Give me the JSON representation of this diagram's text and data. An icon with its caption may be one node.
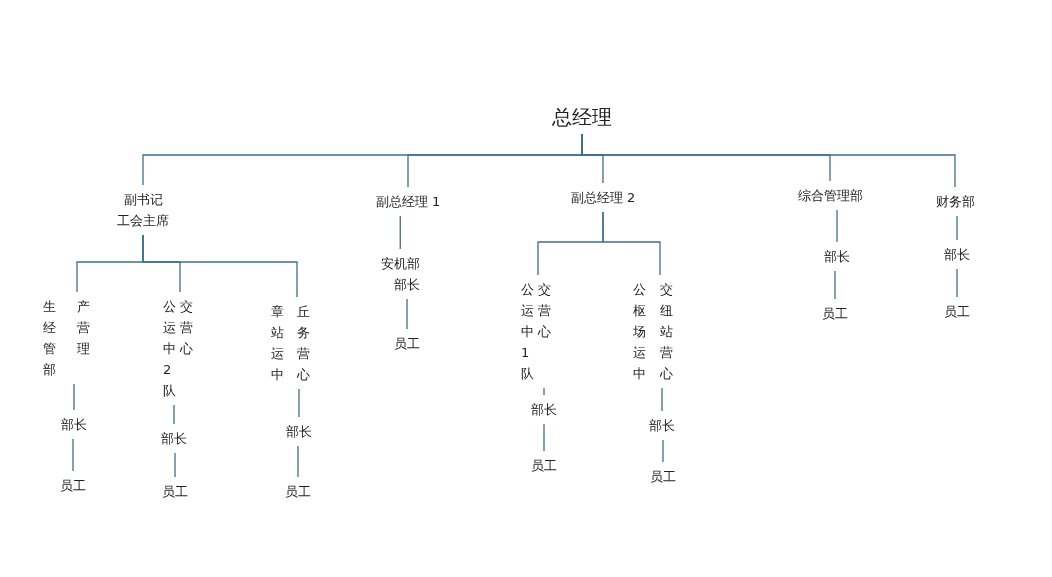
{
  "diagram": {
    "nodes": [
      {
        "text": [
          "总经理"
        ]
      },
      {
        "text": [
          "副书记",
          "工会主席"
        ]
      },
      {
        "text": [
          "副总经理 1"
        ]
      },
      {
        "text": [
          "副总经理 2"
        ]
      },
      {
        "text": [
          "综合管理部"
        ]
      },
      {
        "text": [
          "财务部"
        ]
      },
      {
        "text": [
          "生产经营管理部"
        ]
      },
      {
        "text": [
          "公交运营中心2 队"
        ]
      },
      {
        "text": [
          "章丘站务运营中心"
        ]
      },
      {
        "text": [
          "部长"
        ]
      },
      {
        "text": [
          "员工"
        ]
      },
      {
        "text": [
          "部长"
        ]
      },
      {
        "text": [
          "员工"
        ]
      },
      {
        "text": [
          "部长"
        ]
      },
      {
        "text": [
          "员工"
        ]
      },
      {
        "text": [
          "安机部",
          "部长"
        ]
      },
      {
        "text": [
          "员工"
        ]
      },
      {
        "text": [
          "公交运营中心1 队"
        ]
      },
      {
        "text": [
          "公交枢纽场站运营中心"
        ]
      },
      {
        "text": [
          "部长"
        ]
      },
      {
        "text": [
          "员工"
        ]
      },
      {
        "text": [
          "部长"
        ]
      },
      {
        "text": [
          "员工"
        ]
      },
      {
        "text": [
          "部长"
        ]
      },
      {
        "text": [
          "员工"
        ]
      },
      {
        "text": [
          "部长"
        ]
      },
      {
        "text": [
          "员工"
        ]
      }
    ],
    "edges": [
      {
        "from": 0,
        "to": 1,
        "arrow": "none"
      },
      {
        "from": 0,
        "to": 2,
        "arrow": "none"
      },
      {
        "from": 0,
        "to": 3,
        "arrow": "none"
      },
      {
        "from": 0,
        "to": 4,
        "arrow": "none"
      },
      {
        "from": 0,
        "to": 5,
        "arrow": "none"
      },
      {
        "from": 1,
        "to": 6,
        "arrow": "none"
      },
      {
        "from": 1,
        "to": 7,
        "arrow": "none"
      },
      {
        "from": 1,
        "to": 8,
        "arrow": "none"
      },
      {
        "from": 6,
        "to": 9,
        "arrow": "none"
      },
      {
        "from": 9,
        "to": 10,
        "arrow": "none"
      },
      {
        "from": 7,
        "to": 11,
        "arrow": "none"
      },
      {
        "from": 11,
        "to": 12,
        "arrow": "none"
      },
      {
        "from": 8,
        "to": 13,
        "arrow": "none"
      },
      {
        "from": 13,
        "to": 14,
        "arrow": "none"
      },
      {
        "from": 2,
        "to": 15,
        "arrow": "none"
      },
      {
        "from": 15,
        "to": 16,
        "arrow": "none"
      },
      {
        "from": 3,
        "to": 17,
        "arrow": "none"
      },
      {
        "from": 3,
        "to": 18,
        "arrow": "none"
      },
      {
        "from": 17,
        "to": 19,
        "arrow": "none"
      },
      {
        "from": 19,
        "to": 20,
        "arrow": "none"
      },
      {
        "from": 18,
        "to": 21,
        "arrow": "none"
      },
      {
        "from": 21,
        "to": 22,
        "arrow": "none"
      },
      {
        "from": 4,
        "to": 23,
        "arrow": "none"
      },
      {
        "from": 23,
        "to": 24,
        "arrow": "none"
      },
      {
        "from": 5,
        "to": 25,
        "arrow": "none"
      },
      {
        "from": 25,
        "to": 26,
        "arrow": "none"
      }
    ]
  }
}
